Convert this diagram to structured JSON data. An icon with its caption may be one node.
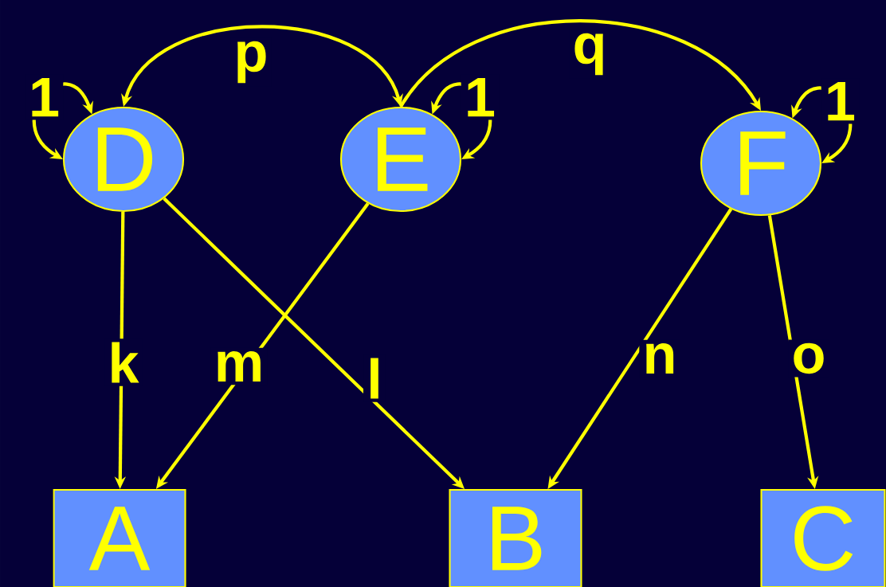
{
  "diagram": {
    "nodes": [
      {
        "text": [
          "D"
        ]
      },
      {
        "text": [
          "E"
        ]
      },
      {
        "text": [
          "F"
        ]
      },
      {
        "text": [
          "A"
        ]
      },
      {
        "text": [
          "B"
        ]
      },
      {
        "text": [
          "C"
        ]
      }
    ],
    "edges": [
      {
        "from": 0,
        "to": 0,
        "arrow": "both",
        "label": "1"
      },
      {
        "from": 1,
        "to": 1,
        "arrow": "both",
        "label": "1"
      },
      {
        "from": 2,
        "to": 2,
        "arrow": "both",
        "label": "1"
      },
      {
        "from": 0,
        "to": 1,
        "arrow": "both",
        "label": "p"
      },
      {
        "from": 1,
        "to": 2,
        "arrow": "to",
        "label": "q"
      },
      {
        "from": 0,
        "to": 3,
        "arrow": "to",
        "label": "k"
      },
      {
        "from": 0,
        "to": 4,
        "arrow": "to",
        "label": "l"
      },
      {
        "from": 1,
        "to": 3,
        "arrow": "to",
        "label": "m"
      },
      {
        "from": 2,
        "to": 4,
        "arrow": "to",
        "label": "n"
      },
      {
        "from": 2,
        "to": 5,
        "arrow": "to",
        "label": "o"
      }
    ]
  }
}
